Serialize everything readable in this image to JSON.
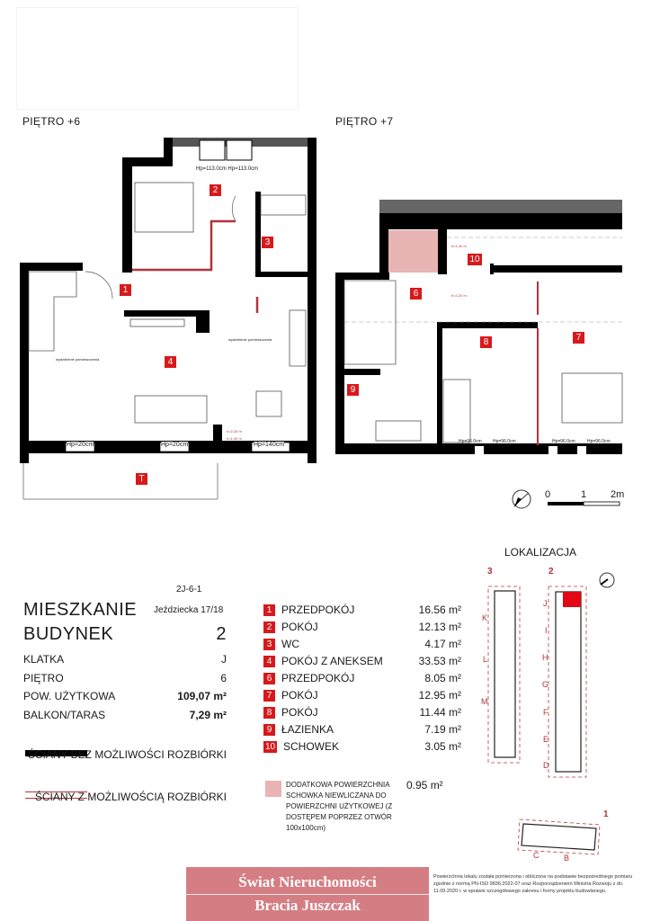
{
  "floors": {
    "floor6_label": "PIĘTRO +6",
    "floor7_label": "PIĘTRO +7",
    "floor6": {
      "room_markers": [
        "1",
        "2",
        "3",
        "4",
        "T"
      ],
      "window_heights": [
        "Hp=113.0cm Hp=113.0cm",
        "Hp=20cm",
        "Hp=20cm",
        "Hp=140cm"
      ],
      "annotations": [
        "wydzielenie pomieszczenia",
        "wydzielenie pomieszczenia",
        "h=2,20 m",
        "h=1,40 m"
      ]
    },
    "floor7": {
      "room_markers": [
        "10",
        "6",
        "8",
        "7",
        "9"
      ],
      "window_heights": [
        "Hp=96.0cm",
        "Hp=96.0cm",
        "Hp=96.0cm",
        "Hp=96.0cm"
      ],
      "annotations": [
        "h=1,40 m",
        "h=2,20 m"
      ]
    }
  },
  "scale": {
    "zero": "0",
    "one": "1",
    "two": "2m"
  },
  "apartment": {
    "code": "2J-6-1",
    "address": "Jeździecka 17/18",
    "title_label": "MIESZKANIE",
    "building_label": "BUDYNEK",
    "building_value": "2",
    "rows": [
      {
        "label": "KLATKA",
        "value": "J"
      },
      {
        "label": "PIĘTRO",
        "value": "6"
      },
      {
        "label": "POW. UŻYTKOWA",
        "value": "109,07 m²"
      },
      {
        "label": "BALKON/TARAS",
        "value": "7,29 m²"
      }
    ]
  },
  "legend": {
    "solid_walls": "ŚCIANY BEZ MOŻLIWOŚCI ROZBIÓRKI",
    "removable_walls": "ŚCIANY Z MOŻLIWOŚCIĄ ROZBIÓRKI",
    "extra_storage": "DODATKOWA POWIERZCHNIA SCHOWKA NIEWLICZANA DO POWIERZCHNI UŻYTKOWEJ (Z DOSTĘPEM POPRZEZ OTWÓR 100x100cm)",
    "extra_storage_area": "0.95 m²",
    "wall_color": "#000000",
    "removable_color": "#b5323a",
    "storage_color": "#e8b4b4"
  },
  "rooms": [
    {
      "num": "1",
      "name": "PRZEDPOKÓJ",
      "area": "16.56 m²"
    },
    {
      "num": "2",
      "name": "POKÓJ",
      "area": "12.13 m²"
    },
    {
      "num": "3",
      "name": "WC",
      "area": "4.17 m²"
    },
    {
      "num": "4",
      "name": "POKÓJ Z ANEKSEM",
      "area": "33.53 m²"
    },
    {
      "num": "6",
      "name": "PRZEDPOKÓJ",
      "area": "8.05 m²"
    },
    {
      "num": "7",
      "name": "POKÓJ",
      "area": "12.95 m²"
    },
    {
      "num": "8",
      "name": "POKÓJ",
      "area": "11.44 m²"
    },
    {
      "num": "9",
      "name": "ŁAZIENKA",
      "area": "7.19 m²"
    },
    {
      "num": "10",
      "name": "SCHOWEK",
      "area": "3.05 m²"
    }
  ],
  "location": {
    "title": "LOKALIZACJA",
    "buildings": [
      "3",
      "2",
      "1"
    ],
    "stairwells_b3": [
      "K",
      "L",
      "M"
    ],
    "stairwells_b2": [
      "J",
      "I",
      "H",
      "G",
      "F",
      "E",
      "D"
    ],
    "stairwells_b1": [
      "C",
      "B"
    ],
    "highlight_color": "#e30613"
  },
  "branding": {
    "line1": "Świat Nieruchomości",
    "line2": "Bracia Juszczak",
    "color": "#d47e84"
  },
  "footnote": "Powierzchnia lokalu została pomierzona i obliczona na podstawie bezpośredniego pomiaru zgodnie z normą PN-ISO 9836:2022-07 oraz Rozporządzeniem Ministra Rozwoju z dn. 11.09.2020 r. w sprawie szczegółowego zakresu i formy projektu budowlanego.",
  "accent_color": "#d7191c"
}
